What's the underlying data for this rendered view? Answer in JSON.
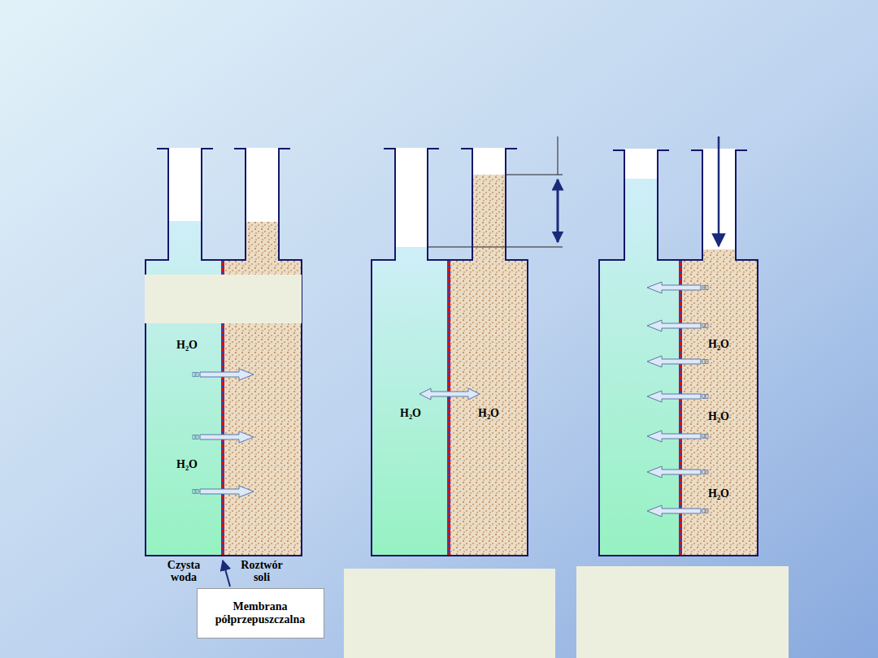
{
  "diagram": {
    "nodes": [
      {
        "text": [
          "Membrana półprzepuszczalna"
        ]
      }
    ],
    "labels": [
      "H₂O",
      "H₂O",
      "Czysta woda",
      "Roztwór soli",
      "H₂O",
      "H₂O",
      "H₂O",
      "H₂O",
      "H₂O"
    ]
  }
}
